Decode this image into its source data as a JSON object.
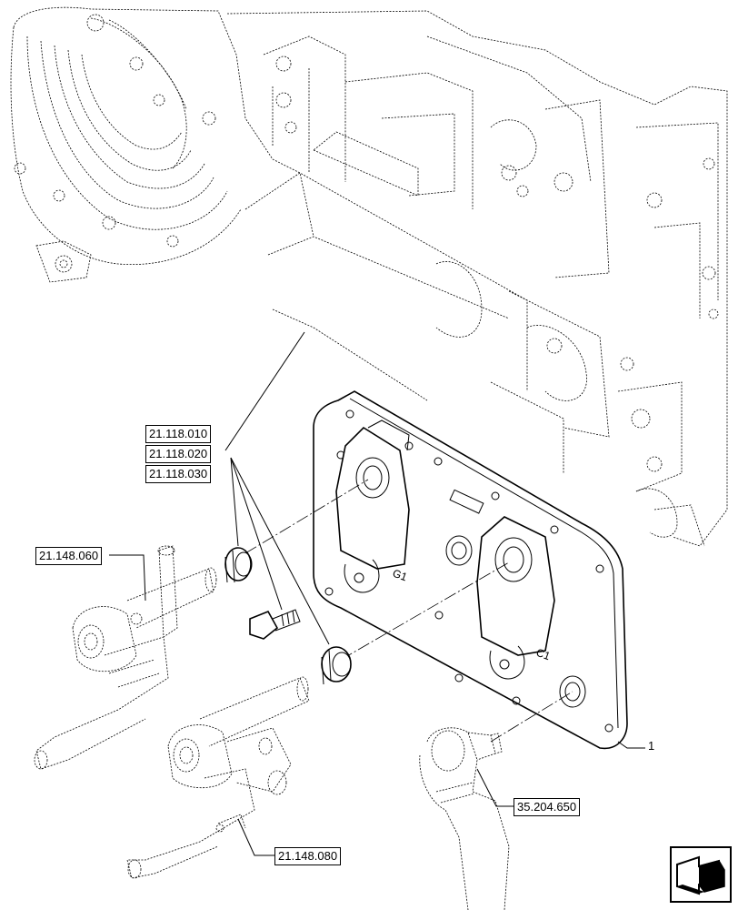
{
  "diagram": {
    "references": {
      "group_top": [
        "21.118.010",
        "21.118.020",
        "21.118.030"
      ],
      "left_upper": "21.148.060",
      "left_lower": "21.148.080",
      "right_lower": "35.204.650"
    },
    "item_number": "1",
    "port_labels": {
      "upper": "G1",
      "lower": "C1"
    },
    "nav_icon": "next-page-arrow-icon"
  }
}
